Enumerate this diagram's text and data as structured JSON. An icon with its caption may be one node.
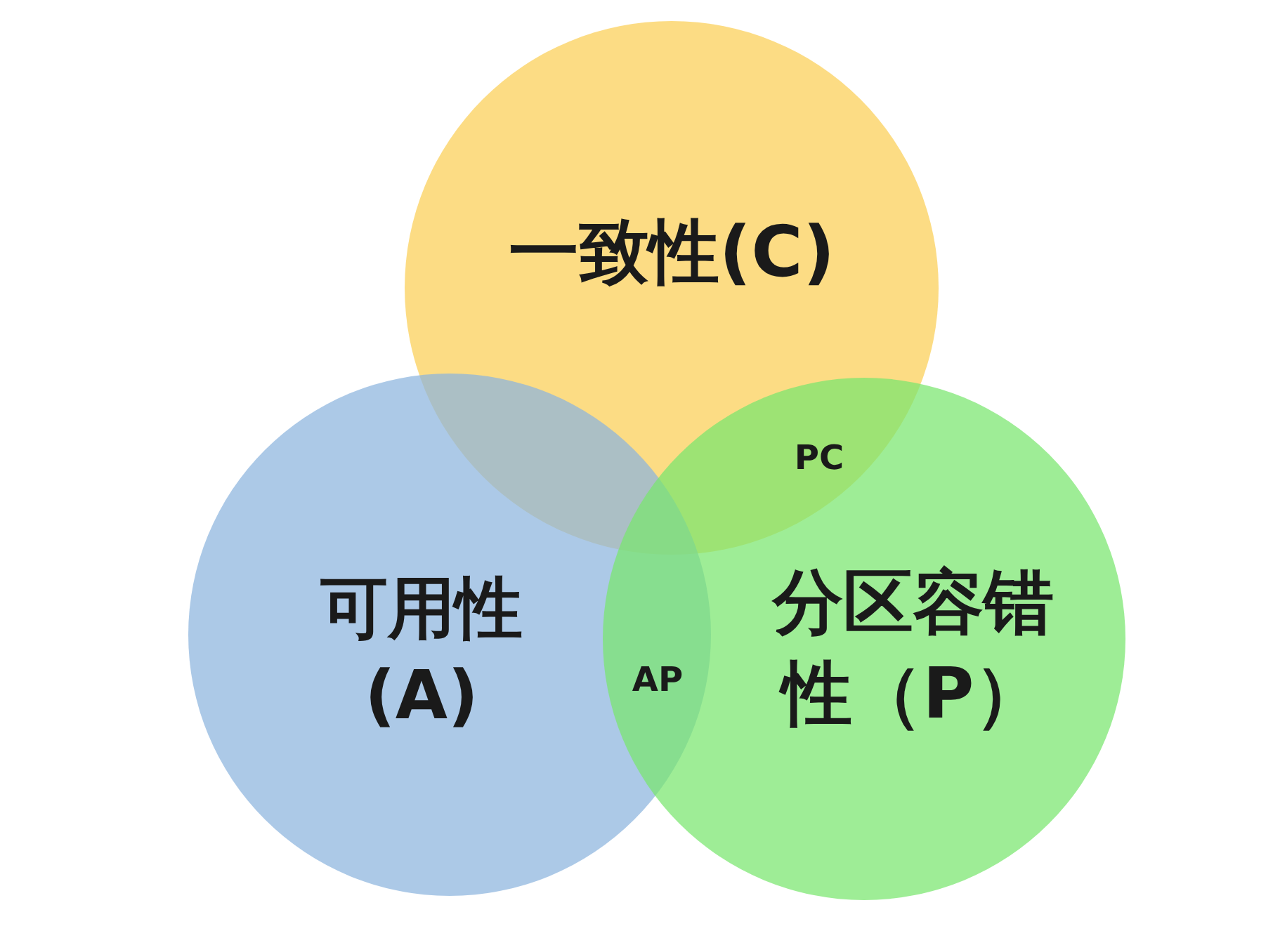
{
  "diagram": {
    "nodes": [
      {
        "text": [
          "一致性(C)"
        ]
      },
      {
        "text": [
          "可用性(A)"
        ]
      },
      {
        "text": [
          "分区容错性（P）"
        ]
      }
    ],
    "labels": [
      "PC",
      "AP"
    ]
  }
}
